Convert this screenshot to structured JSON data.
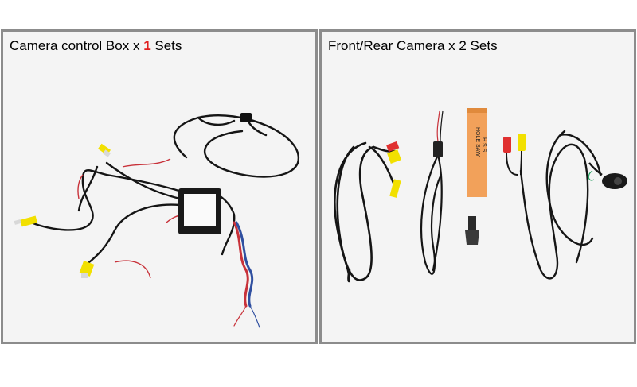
{
  "left_panel": {
    "caption_prefix": "Camera control Box x ",
    "caption_count": "1",
    "caption_suffix": " Sets",
    "product": "camera control box with rca cables"
  },
  "right_panel": {
    "caption": "Front/Rear Camera x 2 Sets",
    "product": "front and rear camera cables, hole saw"
  },
  "hole_saw_box": {
    "line1": "HOLE SAW",
    "line2": "H.S.S"
  },
  "colors": {
    "panel_border": "#8c8c8c",
    "panel_bg": "#f4f4f4",
    "accent_red": "#e01e1e",
    "rca_yellow": "#f2e000",
    "rca_red": "#e03030",
    "cable": "#151515",
    "box_orange": "#f2a15a"
  }
}
